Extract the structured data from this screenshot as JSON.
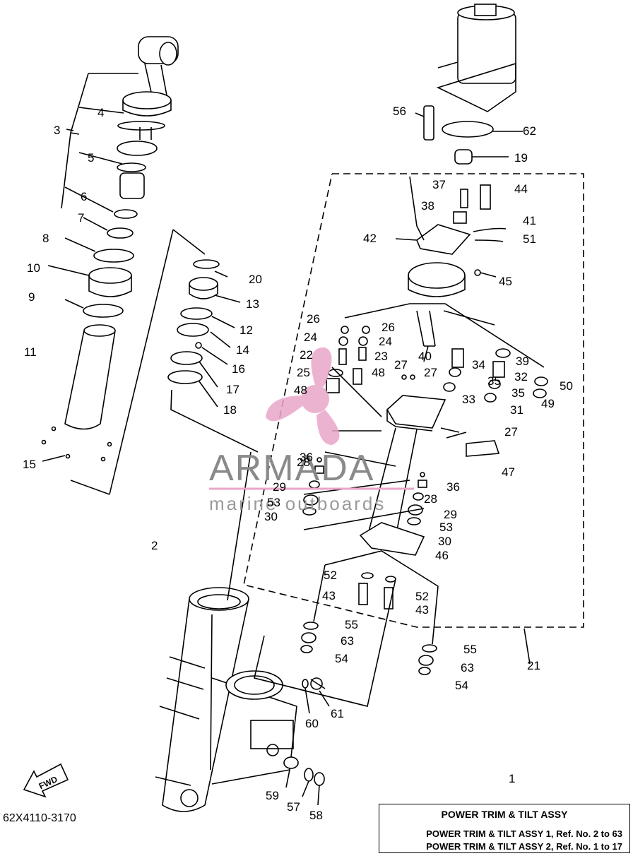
{
  "diagram": {
    "part_labels": [
      "1",
      "2",
      "3",
      "4",
      "5",
      "6",
      "7",
      "8",
      "9",
      "10",
      "11",
      "12",
      "13",
      "14",
      "15",
      "16",
      "17",
      "18",
      "19",
      "20",
      "21",
      "22",
      "23",
      "24",
      "24",
      "25",
      "26",
      "26",
      "27",
      "27",
      "27",
      "28",
      "28",
      "29",
      "29",
      "30",
      "30",
      "31",
      "32",
      "33",
      "34",
      "35",
      "35",
      "36",
      "36",
      "37",
      "38",
      "39",
      "40",
      "41",
      "42",
      "43",
      "43",
      "44",
      "45",
      "46",
      "47",
      "48",
      "48",
      "49",
      "50",
      "51",
      "52",
      "52",
      "53",
      "53",
      "54",
      "54",
      "55",
      "55",
      "56",
      "57",
      "58",
      "59",
      "60",
      "61",
      "62",
      "63",
      "63"
    ],
    "watermark": {
      "brand": "ARMADA",
      "tagline": "marine outboards"
    },
    "fwd_arrow": "FWD",
    "catalog_code": "62X4110-3170",
    "title_box": {
      "title": "POWER TRIM & TILT ASSY",
      "lines": [
        "POWER TRIM & TILT ASSY 1, Ref. No. 2 to 63",
        "POWER TRIM & TILT ASSY 2, Ref. No. 1 to 17"
      ]
    },
    "colors": {
      "ink": "#000000",
      "watermark_pink": "#e9a6c8",
      "watermark_gray": "#8a8a8a"
    }
  }
}
